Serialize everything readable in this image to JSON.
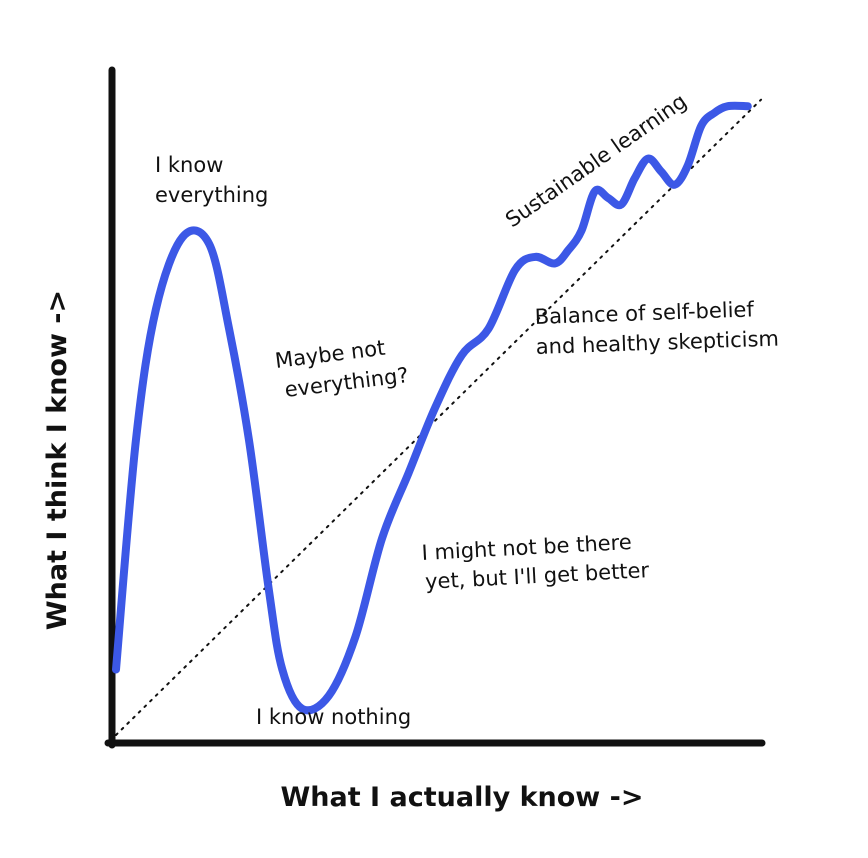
{
  "chart_data": {
    "type": "line",
    "xlabel": "What I actually know ->",
    "ylabel": "What I think I know ->",
    "title": "",
    "series": [
      {
        "x": [
          0,
          3,
          6,
          10,
          14,
          17,
          20,
          23,
          25,
          28,
          32,
          36,
          40,
          44,
          48,
          52,
          56,
          60,
          63,
          66,
          68,
          70,
          72,
          74,
          76,
          78,
          80,
          82,
          84,
          86,
          88,
          90,
          92,
          95
        ],
        "values": [
          10,
          45,
          65,
          76,
          75,
          62,
          45,
          22,
          10,
          4,
          6,
          15,
          30,
          40,
          50,
          58,
          62,
          71,
          73,
          72,
          74,
          77,
          83,
          82,
          81,
          85,
          88,
          86,
          84,
          87,
          93,
          95,
          96,
          96
        ]
      }
    ],
    "reference_line": {
      "from": [
        0,
        0
      ],
      "to": [
        97,
        97
      ],
      "style": "dotted"
    },
    "annotations": [
      {
        "lines": [
          "I know",
          "everything"
        ]
      },
      {
        "lines": [
          "Maybe not",
          "everything?"
        ]
      },
      {
        "lines": [
          "I know nothing"
        ]
      },
      {
        "lines": [
          "I might not be there",
          "yet, but I'll get better"
        ]
      },
      {
        "lines": [
          "Balance of self-belief",
          "and healthy skepticism"
        ]
      },
      {
        "lines": [
          "Sustainable learning"
        ]
      }
    ],
    "colors": {
      "curve": "#3c58e6",
      "axes": "#111111",
      "reference": "#111111"
    },
    "xlim": [
      0,
      100
    ],
    "ylim": [
      0,
      100
    ],
    "grid": false
  }
}
